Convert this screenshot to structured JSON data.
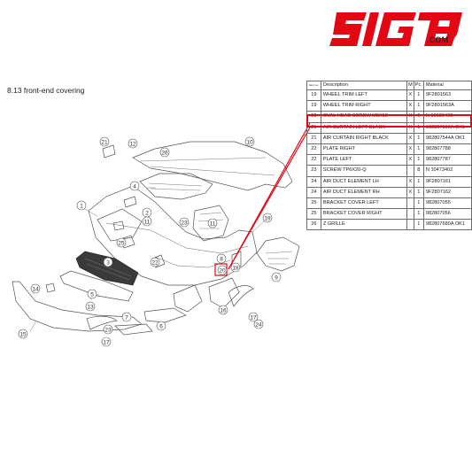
{
  "brand": {
    "logo_text": "SIGT3",
    "domain": ".COM",
    "accent": "#e30613"
  },
  "section_title": "8.13  front-end covering",
  "table": {
    "headers": {
      "no": "Item no.",
      "description": "Description",
      "m": "M",
      "pc": "Pc.",
      "material": "Material"
    },
    "rows": [
      {
        "no": "19",
        "description": "WHEEL TRIM LEFT",
        "m": "X",
        "pc": "1",
        "material": "9F2801563"
      },
      {
        "no": "19",
        "description": "WHEEL TRIM RIGHT",
        "m": "X",
        "pc": "1",
        "material": "9F2801563A"
      },
      {
        "no": "20",
        "description": "OVAL HEAD SCREW M5X10",
        "m": "X",
        "pc": "6",
        "material": "N 10586403"
      },
      {
        "no": "21",
        "description": "AIR CURTAIN LEFT BLACK",
        "m": "X",
        "pc": "1",
        "material": "982807100A OK1"
      },
      {
        "no": "21",
        "description": "AIR CURTAIN RIGHT BLACK",
        "m": "X",
        "pc": "1",
        "material": "982807544A OK1"
      },
      {
        "no": "22",
        "description": "PLATE RIGHT",
        "m": "X",
        "pc": "1",
        "material": "982807788"
      },
      {
        "no": "22",
        "description": "PLATE LEFT",
        "m": "X",
        "pc": "1",
        "material": "982807787"
      },
      {
        "no": "23",
        "description": "SCREW TP6X20-Q",
        "m": "",
        "pc": "8",
        "material": "N 10473402"
      },
      {
        "no": "24",
        "description": "AIR DUCT ELEMENT LH",
        "m": "X",
        "pc": "1",
        "material": "9F2807161"
      },
      {
        "no": "24",
        "description": "AIR DUCT ELEMENT RH",
        "m": "X",
        "pc": "1",
        "material": "9F2807162"
      },
      {
        "no": "25",
        "description": "BRACKET COVER LEFT",
        "m": "",
        "pc": "1",
        "material": "982807055"
      },
      {
        "no": "25",
        "description": "BRACKET COVER RIGHT",
        "m": "",
        "pc": "1",
        "material": "982807056"
      },
      {
        "no": "26",
        "description": "Z GRILLE",
        "m": "",
        "pc": "1",
        "material": "982807680A OK1"
      }
    ]
  },
  "callouts": [
    {
      "label": "1"
    },
    {
      "label": "2"
    },
    {
      "label": "3"
    },
    {
      "label": "4"
    },
    {
      "label": "5"
    },
    {
      "label": "6"
    },
    {
      "label": "7"
    },
    {
      "label": "8"
    },
    {
      "label": "9"
    },
    {
      "label": "10"
    },
    {
      "label": "11"
    },
    {
      "label": "12"
    },
    {
      "label": "13"
    },
    {
      "label": "14"
    },
    {
      "label": "15"
    },
    {
      "label": "16"
    },
    {
      "label": "17"
    },
    {
      "label": "18"
    },
    {
      "label": "19"
    },
    {
      "label": "20"
    },
    {
      "label": "21"
    },
    {
      "label": "22"
    },
    {
      "label": "23"
    },
    {
      "label": "24"
    },
    {
      "label": "25"
    },
    {
      "label": "26"
    },
    {
      "label": "11"
    },
    {
      "label": "17"
    },
    {
      "label": "23"
    }
  ]
}
